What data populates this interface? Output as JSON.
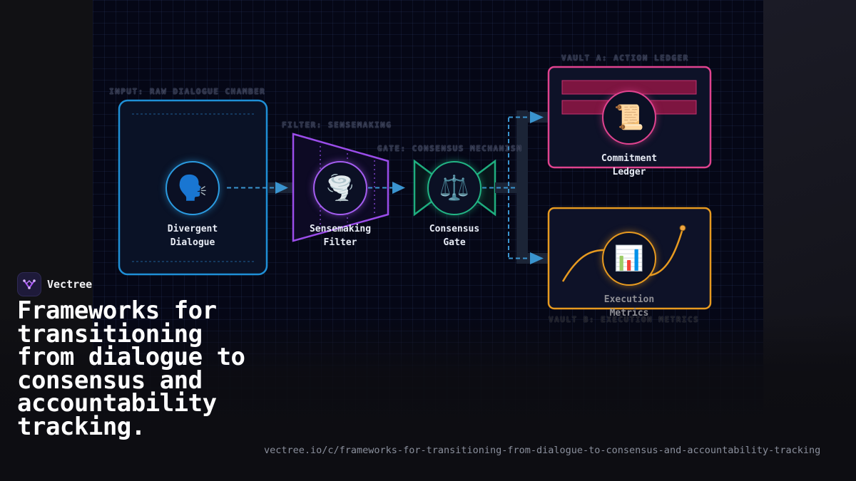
{
  "diagram": {
    "input_stage": {
      "label": "INPUT: RAW DIALOGUE CHAMBER",
      "node_title": "Divergent\nDialogue",
      "icon": "speaking-head-icon",
      "icon_glyph": "🗣️",
      "color": "#1f8fd6"
    },
    "filter_stage": {
      "label": "FILTER: SENSEMAKING",
      "node_title": "Sensemaking\nFilter",
      "icon": "tornado-icon",
      "icon_glyph": "🌪️",
      "color": "#9b4dea"
    },
    "gate_stage": {
      "label": "GATE: CONSENSUS MECHANISM",
      "node_title": "Consensus\nGate",
      "icon": "balance-scale-icon",
      "icon_glyph": "⚖️",
      "color": "#1fae7f"
    },
    "vault_a": {
      "label": "VAULT A: ACTION LEDGER",
      "node_title": "Commitment\nLedger",
      "icon": "scroll-icon",
      "icon_glyph": "📜",
      "color": "#e0438f"
    },
    "vault_b": {
      "label": "VAULT B: EXECUTION METRICS",
      "node_title": "Execution\nMetrics",
      "icon": "bar-chart-icon",
      "icon_glyph": "📊",
      "color": "#e79a20"
    }
  },
  "brand": {
    "name": "Vectree",
    "logo_icon": "vectree-logo-icon"
  },
  "headline": "Frameworks for transitioning from dialogue to consensus and accountability tracking.",
  "url": "vectree.io/c/frameworks-for-transitioning-from-dialogue-to-consensus-and-accountability-tracking"
}
